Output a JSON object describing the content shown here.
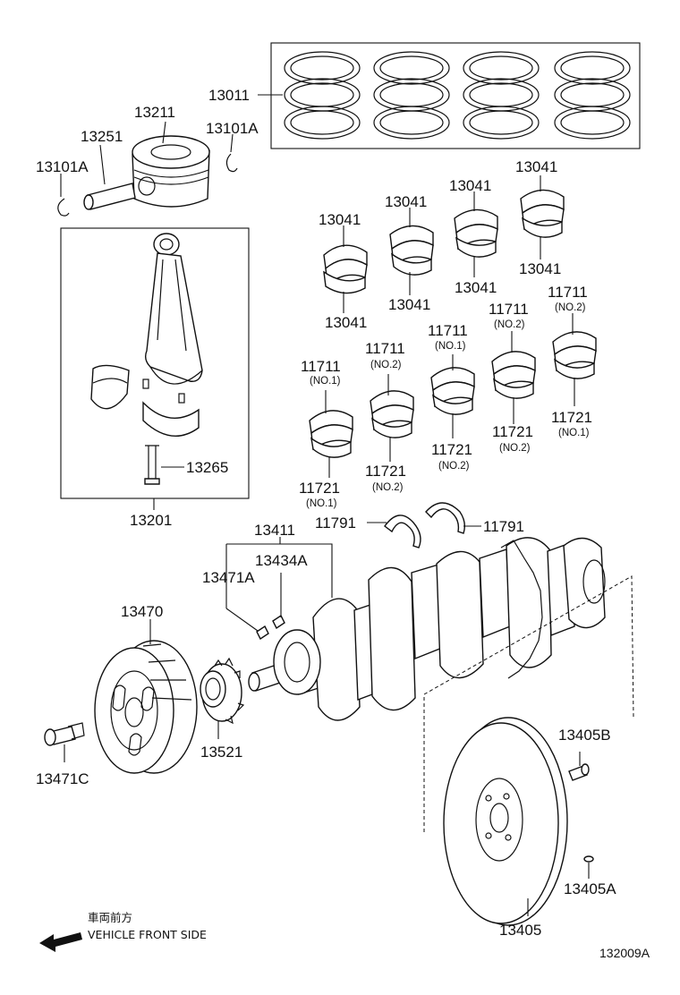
{
  "labels": {
    "p13011": "13011",
    "p13211": "13211",
    "p13251": "13251",
    "p13101a_left": "13101A",
    "p13101a_right": "13101A",
    "p13201": "13201",
    "p13265": "13265",
    "p13041_a": "13041",
    "p13041_b": "13041",
    "p13041_c": "13041",
    "p13041_d": "13041",
    "p13041_e": "13041",
    "p13041_f": "13041",
    "p13041_g": "13041",
    "p13041_h": "13041",
    "p11711_a": "11711",
    "p11711_a_note": "(NO.1)",
    "p11711_b": "11711",
    "p11711_b_note": "(NO.2)",
    "p11711_c": "11711",
    "p11711_c_note": "(NO.1)",
    "p11711_d": "11711",
    "p11711_d_note": "(NO.2)",
    "p11711_e": "11711",
    "p11711_e_note": "(NO.2)",
    "p11721_a": "11721",
    "p11721_a_note": "(NO.1)",
    "p11721_b": "11721",
    "p11721_b_note": "(NO.2)",
    "p11721_c": "11721",
    "p11721_c_note": "(NO.2)",
    "p11721_d": "11721",
    "p11721_d_note": "(NO.2)",
    "p11721_e": "11721",
    "p11721_e_note": "(NO.1)",
    "p11791_left": "11791",
    "p11791_right": "11791",
    "p13411": "13411",
    "p13434a": "13434A",
    "p13471a": "13471A",
    "p13470": "13470",
    "p13521": "13521",
    "p13471c": "13471C",
    "p13405b": "13405B",
    "p13405a": "13405A",
    "p13405": "13405"
  },
  "direction": {
    "jp": "車両前方",
    "en": "VEHICLE FRONT SIDE",
    "arrow_icon": "left-arrow-icon"
  },
  "diagram_code": "132009A"
}
